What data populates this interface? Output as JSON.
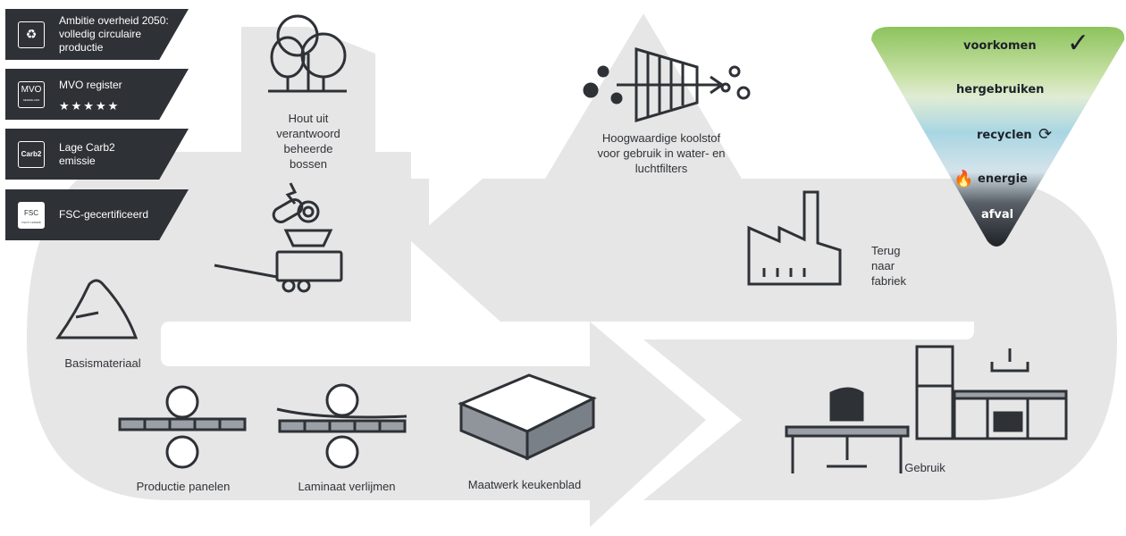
{
  "badges": [
    {
      "text": "Ambitie overheid 2050: volledig circulaire productie",
      "icon": "recycle-icon"
    },
    {
      "text": "MVO register",
      "extra": "★★★★★",
      "icon": "mvo-logo",
      "logo_text": "MVO",
      "logo_sub": "NEDERLAND"
    },
    {
      "text": "Lage Carb2 emissie",
      "icon": "carb2-logo",
      "logo_text": "Carb2"
    },
    {
      "text": "FSC-gecertificeerd",
      "icon": "fsc-logo",
      "logo_text": "FSC",
      "logo_sub": "FSC® C106328"
    }
  ],
  "labels": {
    "hout": "Hout uit verantwoord beheerde bossen",
    "koolstof": "Hoogwaardige koolstof voor gebruik in water- en luchtfilters",
    "terug": "Terug naar fabriek",
    "basis": "Basismateriaal",
    "panelen": "Productie panelen",
    "laminaat": "Laminaat verlijmen",
    "maatwerk": "Maatwerk keukenblad",
    "gebruik": "Gebruik"
  },
  "hierarchy": [
    {
      "label": "voorkomen",
      "color": "#9bc96a",
      "icon": "checkmark-icon"
    },
    {
      "label": "hergebruiken",
      "color": "#c9dea8",
      "icon": ""
    },
    {
      "label": "recyclen",
      "color": "#b4dce6",
      "icon": "recycle-icon"
    },
    {
      "label": "energie",
      "color": "#d6e4ec",
      "icon": "flame-icon"
    },
    {
      "label": "afval",
      "color": "#3c434c",
      "icon": ""
    }
  ],
  "colors": {
    "flow": "#e6e6e6",
    "dark": "#2e3136",
    "flame": "#f39a1f"
  }
}
